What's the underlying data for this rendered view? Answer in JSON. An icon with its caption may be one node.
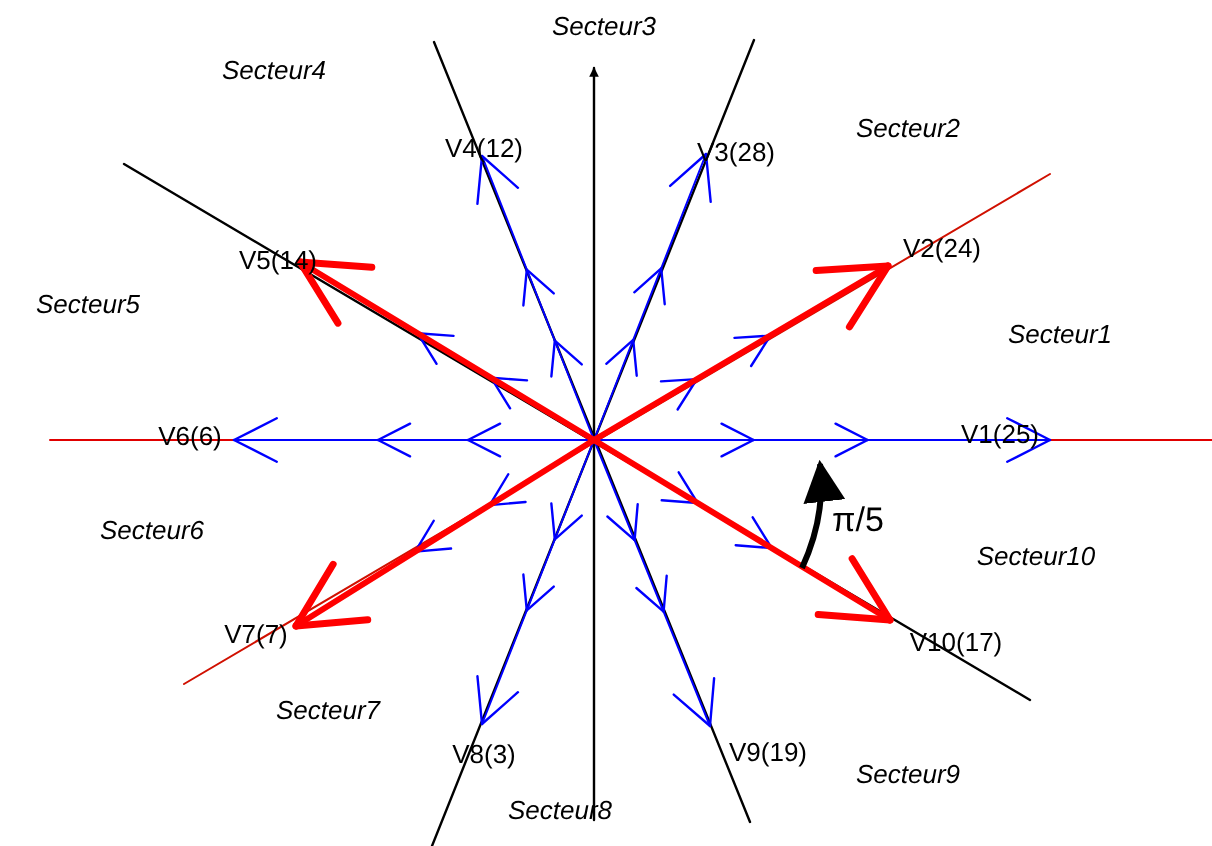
{
  "diagram": {
    "labels": [
      "Secteur3",
      "Secteur4",
      "V4(12)",
      "V3(28)",
      "Secteur2",
      "V5(14)",
      "V2(24)",
      "Secteur5",
      "Secteur1",
      "V6(6)",
      "V1(25)",
      "π/5",
      "Secteur6",
      "Secteur10",
      "V7(7)",
      "V10(17)",
      "Secteur7",
      "V8(3)",
      "V9(19)",
      "Secteur9",
      "Secteur8"
    ]
  }
}
